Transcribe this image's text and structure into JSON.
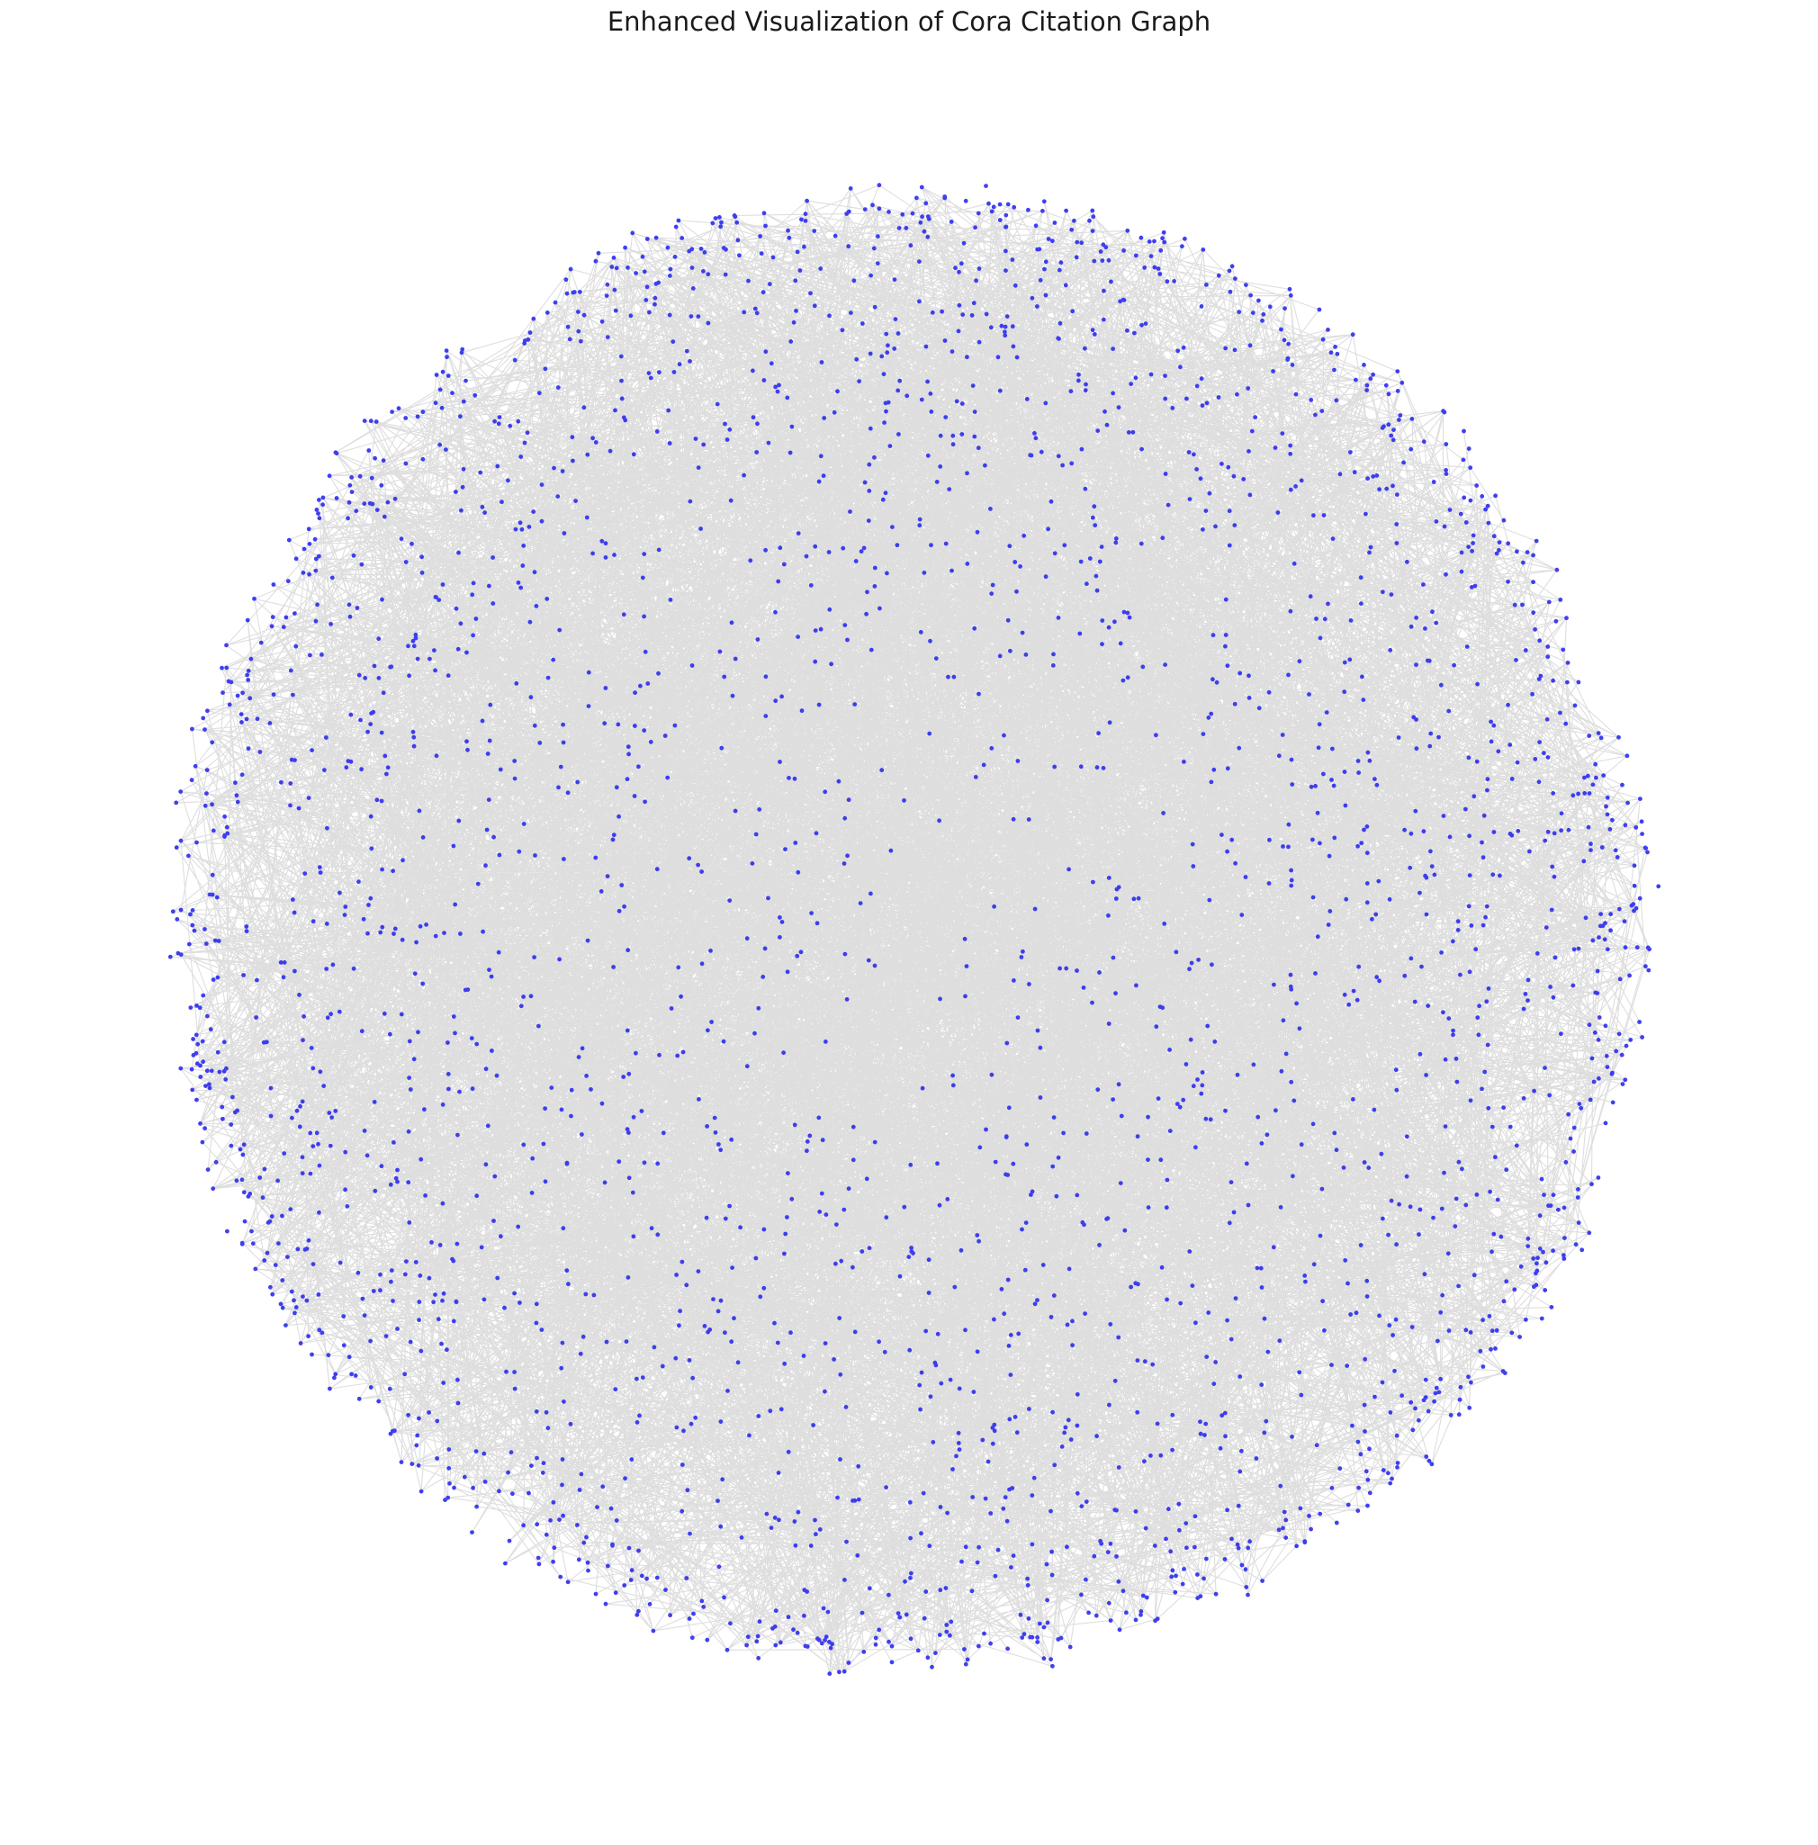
{
  "title": "Enhanced Visualization of Cora Citation Graph",
  "colors": {
    "background": "#ffffff",
    "node": "#2b2bf0",
    "edge": "#d3d3d3",
    "title": "#1a1a1a"
  },
  "graph": {
    "layout": "force-directed (spring)",
    "nodes_shown": "about 2700",
    "edges_shown": "many thousands",
    "node_labels": "none"
  }
}
